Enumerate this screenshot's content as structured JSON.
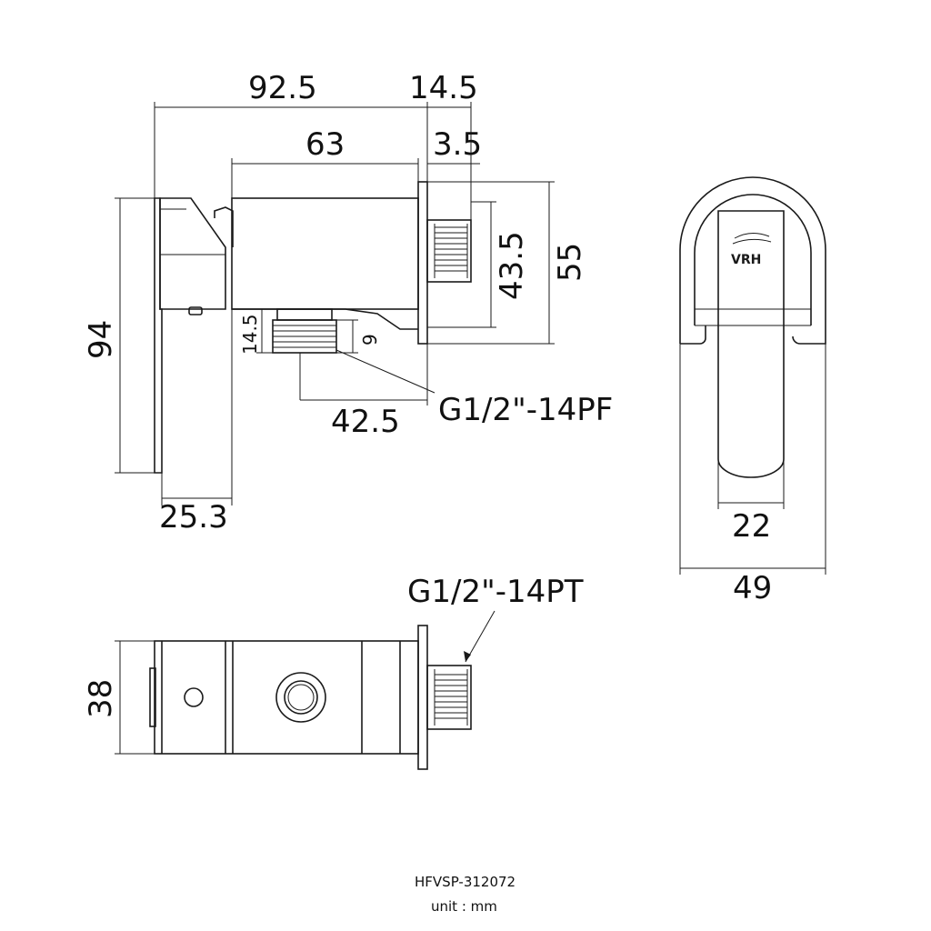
{
  "dimensions": {
    "overall_length": "92.5",
    "flange_offset": "14.5",
    "body_length": "63",
    "flange_thickness": "3.5",
    "thread_height": "43.5",
    "flange_height": "55",
    "total_height": "94",
    "lever_depth": "25.3",
    "outlet_height": "14.5",
    "outlet_thread": "9",
    "outlet_offset": "42.5",
    "width_inner": "22",
    "width_outer": "49",
    "body_depth": "38"
  },
  "threads": {
    "outlet": "G1/2\"-14PF",
    "inlet": "G1/2\"-14PT"
  },
  "brand": "VRH",
  "model": "HFVSP-312072",
  "unit": "unit : mm"
}
